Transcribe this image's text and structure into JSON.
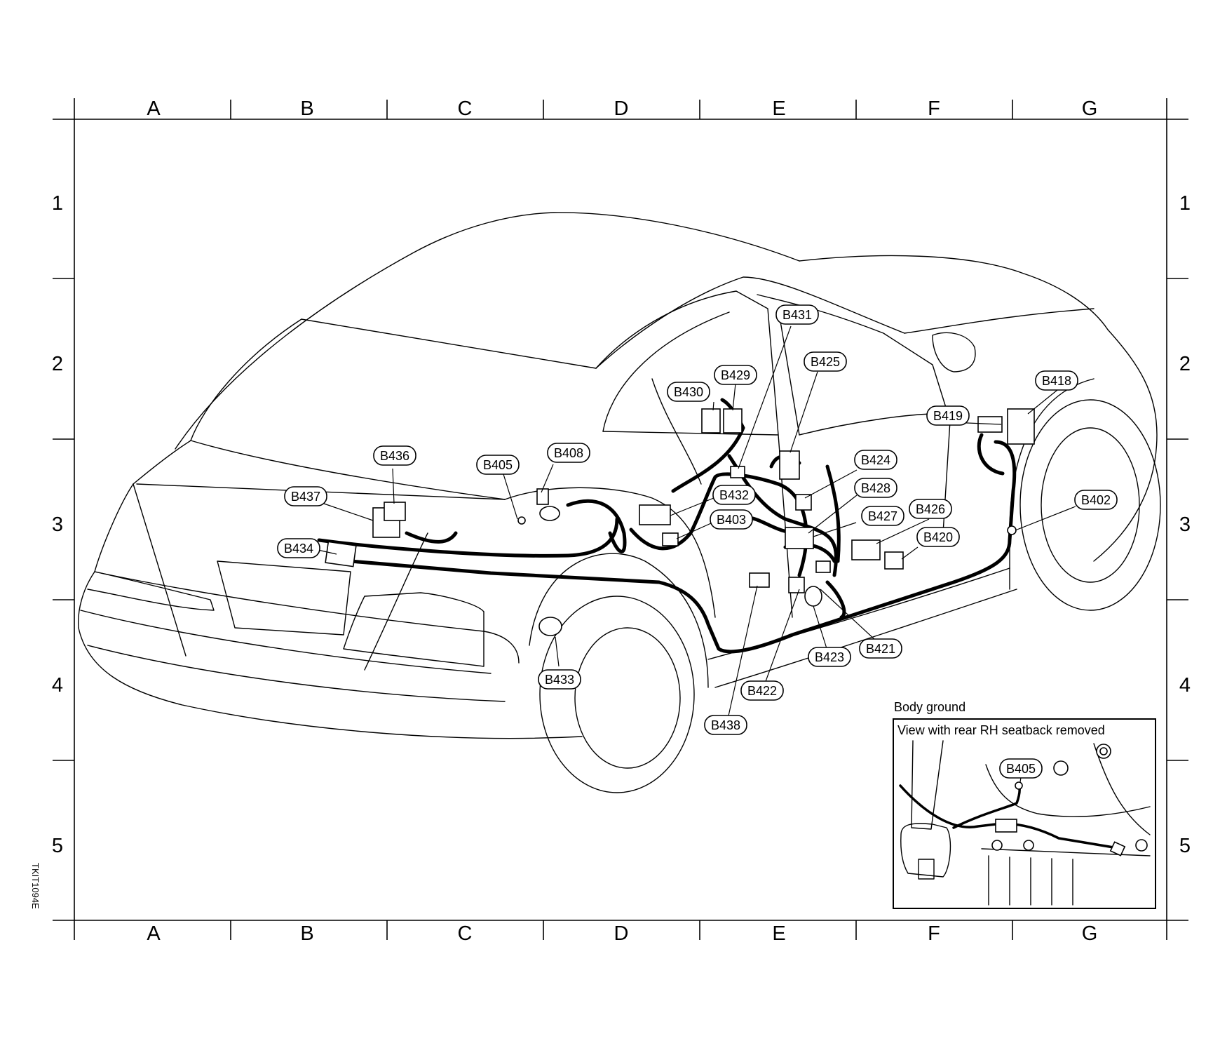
{
  "grid": {
    "columns": [
      "A",
      "B",
      "C",
      "D",
      "E",
      "F",
      "G"
    ],
    "rows": [
      "1",
      "2",
      "3",
      "4",
      "5"
    ]
  },
  "doc_code": "TKIT1094E",
  "connectors": [
    {
      "id": "B436",
      "label": "B436"
    },
    {
      "id": "B437",
      "label": "B437"
    },
    {
      "id": "B434",
      "label": "B434"
    },
    {
      "id": "B405",
      "label": "B405"
    },
    {
      "id": "B408",
      "label": "B408"
    },
    {
      "id": "B433",
      "label": "B433"
    },
    {
      "id": "B430",
      "label": "B430"
    },
    {
      "id": "B429",
      "label": "B429"
    },
    {
      "id": "B431",
      "label": "B431"
    },
    {
      "id": "B425",
      "label": "B425"
    },
    {
      "id": "B432",
      "label": "B432"
    },
    {
      "id": "B403",
      "label": "B403"
    },
    {
      "id": "B424",
      "label": "B424"
    },
    {
      "id": "B428",
      "label": "B428"
    },
    {
      "id": "B427",
      "label": "B427"
    },
    {
      "id": "B426",
      "label": "B426"
    },
    {
      "id": "B420",
      "label": "B420"
    },
    {
      "id": "B419",
      "label": "B419"
    },
    {
      "id": "B418",
      "label": "B418"
    },
    {
      "id": "B402",
      "label": "B402"
    },
    {
      "id": "B421",
      "label": "B421"
    },
    {
      "id": "B423",
      "label": "B423"
    },
    {
      "id": "B422",
      "label": "B422"
    },
    {
      "id": "B438",
      "label": "B438"
    }
  ],
  "inset": {
    "heading": "Body ground",
    "caption": "View with rear RH seatback removed",
    "connector_label": "B405"
  }
}
